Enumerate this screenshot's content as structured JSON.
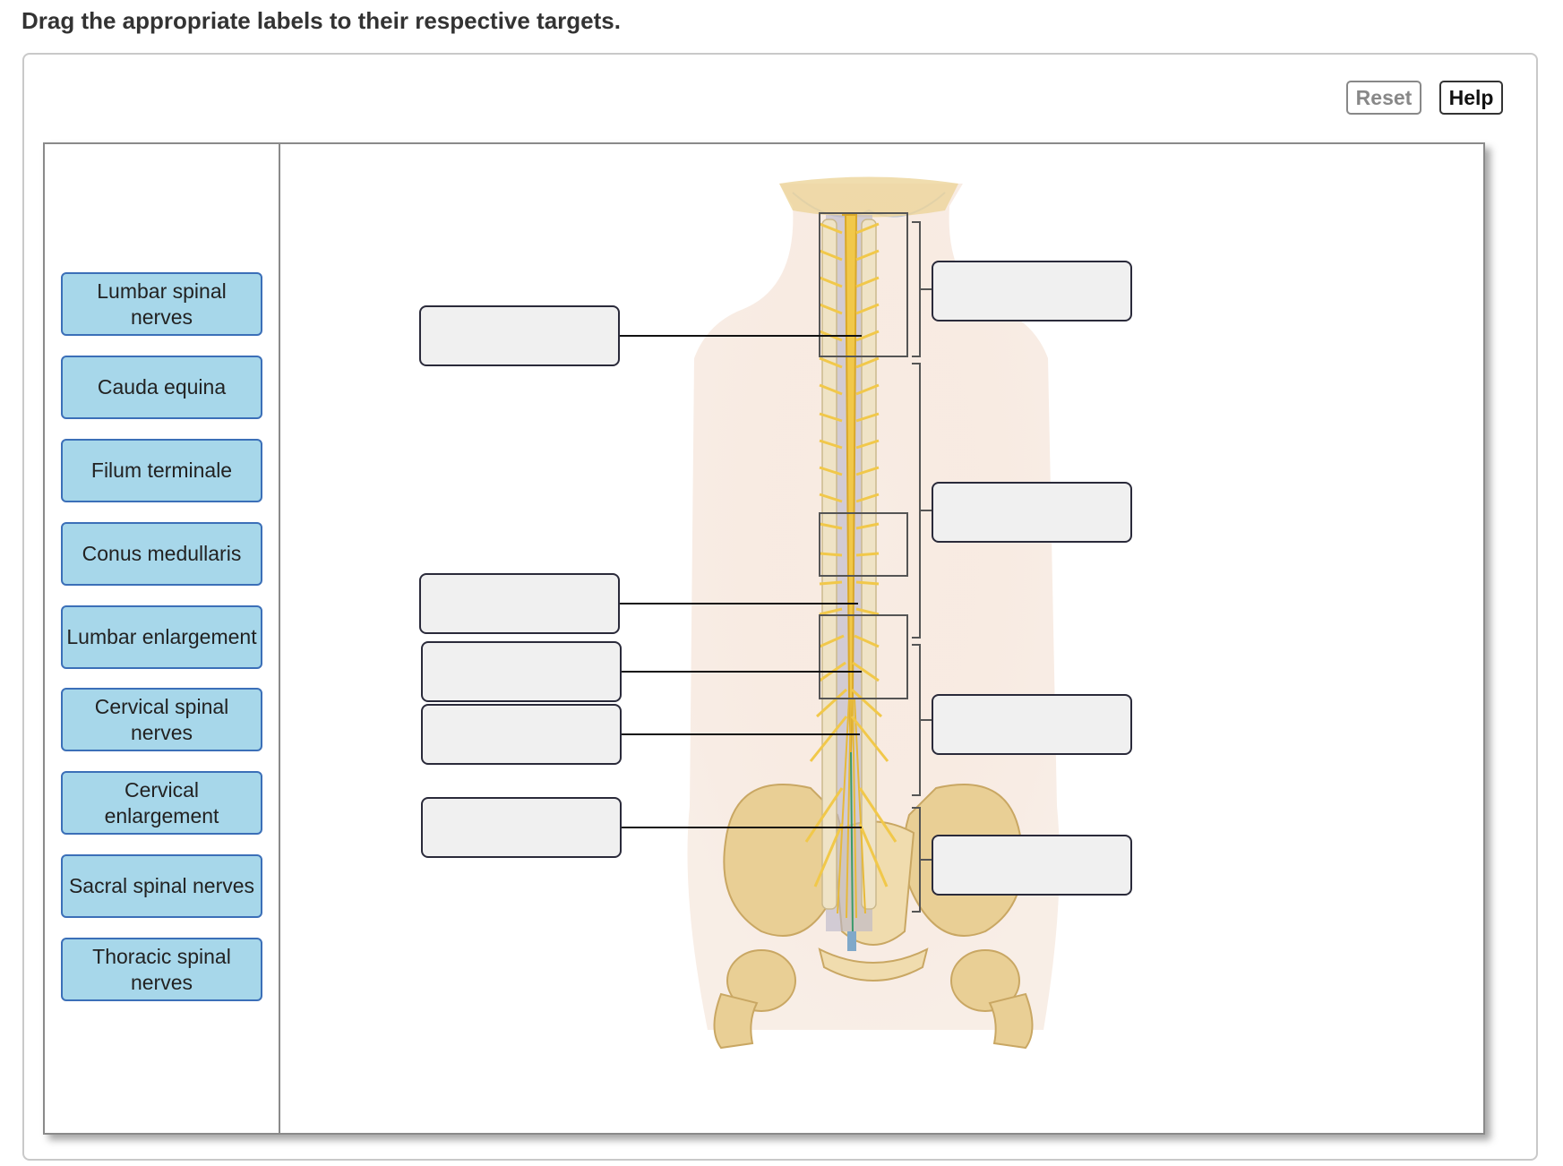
{
  "instruction": "Drag the appropriate labels to their respective targets.",
  "toolbar": {
    "reset_label": "Reset",
    "help_label": "Help"
  },
  "labels": [
    "Lumbar spinal nerves",
    "Cauda equina",
    "Filum terminale",
    "Conus medullaris",
    "Lumbar enlargement",
    "Cervical spinal nerves",
    "Cervical enlargement",
    "Sacral spinal nerves",
    "Thoracic spinal nerves"
  ],
  "colors": {
    "label_fill": "#a7d7ea",
    "label_border": "#3b6fb8",
    "target_fill": "#f0f0f0",
    "nerve_yellow": "#f1c84a",
    "bone": "#e9cf95",
    "skin": "#f6e6dc"
  }
}
